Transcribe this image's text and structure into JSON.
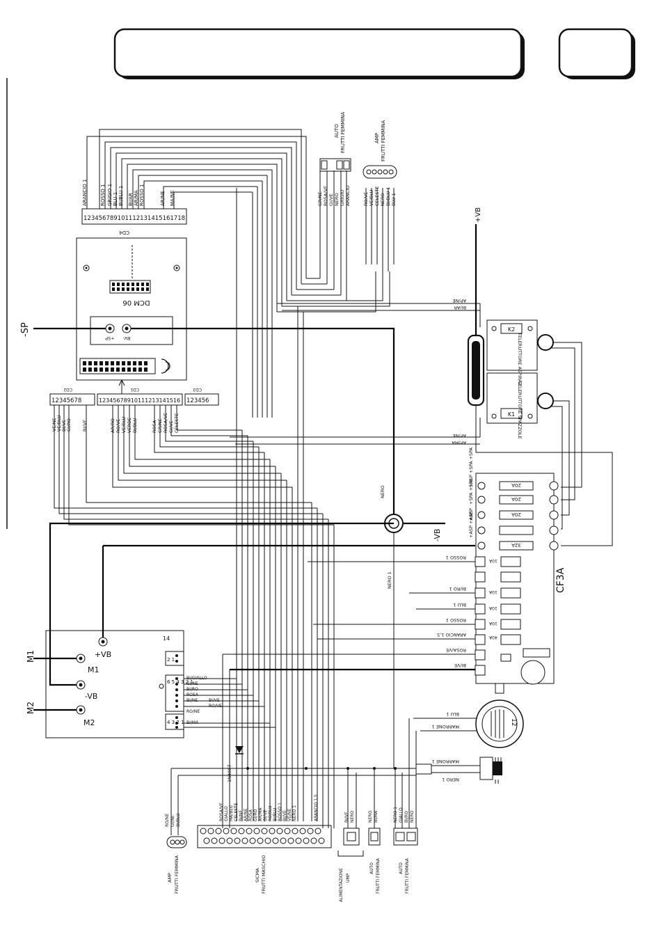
{
  "palette": {
    "ink": "#111111",
    "paper": "#ffffff"
  },
  "header": {
    "title": "",
    "page": ""
  },
  "labels": {
    "sp": "-SP",
    "vb_plus": "+VB",
    "vb_minus": "-VB",
    "m1": "M1",
    "m2": "M2",
    "m1_term": "M1",
    "m2_term": "M2",
    "vb_minus_term": "-VB",
    "vb_plus_term": "+VB",
    "motor_conn_num": "14",
    "cf3a": "CF3A",
    "diode": "1N4007",
    "dcm": "DCM 06",
    "cd1": "CD1",
    "cd2": "CD2",
    "cd3": "CD3",
    "cd4": "CD4",
    "pot_sp": "+SP",
    "pot_bv": "BV-",
    "tele_asp": "TELERUTTORE ASPIRAZ.",
    "tele_spa": "TELERUTTORE SPAZZOLE",
    "k2": "K2",
    "k1": "K1",
    "buzzer": "12",
    "nero_wire": "NERO",
    "nero1_wire": "NERO 1",
    "aprne_top": "AP/NE",
    "biar_top": "BI/AR",
    "aprne_mid": "AP/NE",
    "apma_mid": "AP/MA",
    "cd2_pins": "12345678",
    "cd1_pins": "12345678910111213141516",
    "cd3_pins": "123456",
    "cd4_pins": "123456789101112131415161718",
    "motor_pins_a": "2 1",
    "motor_pins_b": "6 5 4 3 2 1",
    "motor_pins_c": "4 3 2 1"
  },
  "connectors": {
    "auto_top": {
      "line1": "AUTO",
      "line2": "FRUTTI FEMMINA"
    },
    "amp_top": {
      "line1": "AMP",
      "line2": "FRUTTI FEMMINA"
    },
    "amp_bottom": {
      "line1": "AMP",
      "line2": "FRUTTI FEMMINA"
    },
    "sicma": {
      "line1": "SICMA",
      "line2": "FRUTTI MASCHIO"
    },
    "alim": {
      "line1": "ALIMENTAZIONE",
      "line2": "UMP"
    },
    "auto_b1": {
      "line1": "AUTO",
      "line2": "FRUTTI FEMMINA"
    },
    "auto_b2": {
      "line1": "AUTO",
      "line2": "FRUTTI FEMMINA"
    }
  },
  "wires": {
    "cd4": [
      "ARANCIO 1",
      "ROSSO 1",
      "GRIGIO 1",
      "BLU 1",
      "BI/BLU 1",
      "BI/AR",
      "AR/MA",
      "ROSSO 1",
      "AR/NE",
      "MA/NE"
    ],
    "auto_top": [
      "GR/NE",
      "ROSA/VE",
      "GI/VE",
      "NERO",
      "GRIGIO",
      "ARANCIO"
    ],
    "amp_top": [
      "RO/VE",
      "VE/BLU",
      "CELESTE",
      "NERO",
      "BI/BLU 1",
      "BLU 1"
    ],
    "cd2": [
      "VE/NE",
      "VE/BLU",
      "BI/VE",
      "GI/RO",
      "BI/VE"
    ],
    "cd1": [
      "AR/RO",
      "RO/VE",
      "VE/BLU",
      "VERDE",
      "BI/BLU",
      "ROSA",
      "GR/NE",
      "ROSA/VE",
      "GI/VE",
      "CELESTE"
    ],
    "fuse_rows": [
      "ROSSO 1",
      "BI/RO 1",
      "BLU 1",
      "ROSSO 1",
      "ARANCIO 1,5",
      "ROSA/VE",
      "BI/VE"
    ],
    "fuse_ratings": [
      "20A",
      "20A",
      "20A",
      "32A",
      "10A",
      "10A",
      "10A",
      "10A",
      "40A"
    ],
    "fuse_outputs": [
      "+SPA +SPA",
      "+ASP +SPA +SPA",
      "+ASP",
      "+ASP +ASP"
    ],
    "motor_conn": [
      "BI/GIALLO",
      "GI/NE",
      "BI/RO",
      "ROSA",
      "BI/NE",
      "RO/VE",
      "BI/VE",
      "RO/NE",
      "BI/MA"
    ],
    "buzzer": [
      "BLU 1",
      "MARRONE 1"
    ],
    "key": [
      "MARRONE 1",
      "NERO 1"
    ],
    "amp_bottom": [
      "RO/NE",
      "GI/NE",
      "BI/BLU"
    ],
    "sicma": [
      "ROSA/VE",
      "GIALLO",
      "MA/BLU",
      "CELESTE",
      "BI/NE",
      "AR/NE",
      "ROSA",
      "GI/RO",
      "AR/MA",
      "GI/VE",
      "RO/BLU",
      "BI/BLU",
      "ROSSO 1",
      "BI/VE",
      "VE/NE",
      "NERO 1",
      "ARANCIO 1,5"
    ],
    "alim": [
      "BI/VE",
      "NERO"
    ],
    "auto_b1": [
      "NERO",
      "BI/MA"
    ],
    "auto_b2": [
      "NERO 1",
      "GIALLO",
      "BI/RO",
      "NERO"
    ]
  }
}
